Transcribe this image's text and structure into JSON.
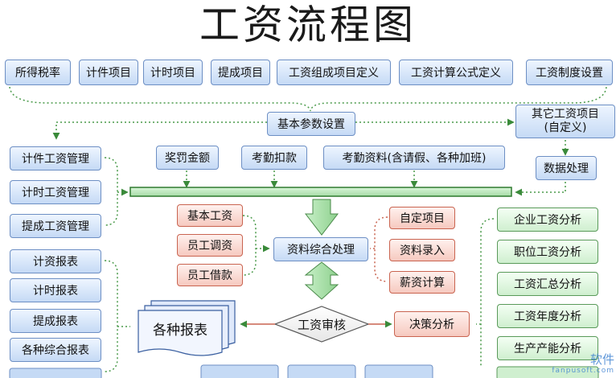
{
  "title": "工资流程图",
  "top_row": [
    "所得税率",
    "计件项目",
    "计时项目",
    "提成项目",
    "工资组成项目定义",
    "工资计算公式定义",
    "工资制度设置"
  ],
  "basic_settings": "基本参数设置",
  "other_items": [
    "其它工资项目",
    "(自定义)"
  ],
  "data_processing": "数据处理",
  "left_management": [
    "计件工资管理",
    "计时工资管理",
    "提成工资管理"
  ],
  "left_reports": [
    "计资报表",
    "计时报表",
    "提成报表",
    "各种综合报表"
  ],
  "middle_top": [
    "奖罚金额",
    "考勤扣款",
    "考勤资料(含请假、各种加班)"
  ],
  "salary_inputs": [
    "基本工资",
    "员工调资",
    "员工借款"
  ],
  "composite_processing": "资料综合处理",
  "salary_ops": [
    "自定项目",
    "资料录入",
    "薪资计算"
  ],
  "audit": "工资审核",
  "decision_analysis": "决策分析",
  "reports": "各种报表",
  "analysis": [
    "企业工资分析",
    "职位工资分析",
    "工资汇总分析",
    "工资年度分析",
    "生产产能分析"
  ],
  "watermark": {
    "brand": "软件",
    "url": "fanpusoft.com"
  },
  "colors": {
    "blue": "#c5daf5",
    "red": "#f6c9bf",
    "green": "#cfefcf",
    "dotted_line": "#4a9a4a",
    "bar": "#2f7a2f"
  }
}
